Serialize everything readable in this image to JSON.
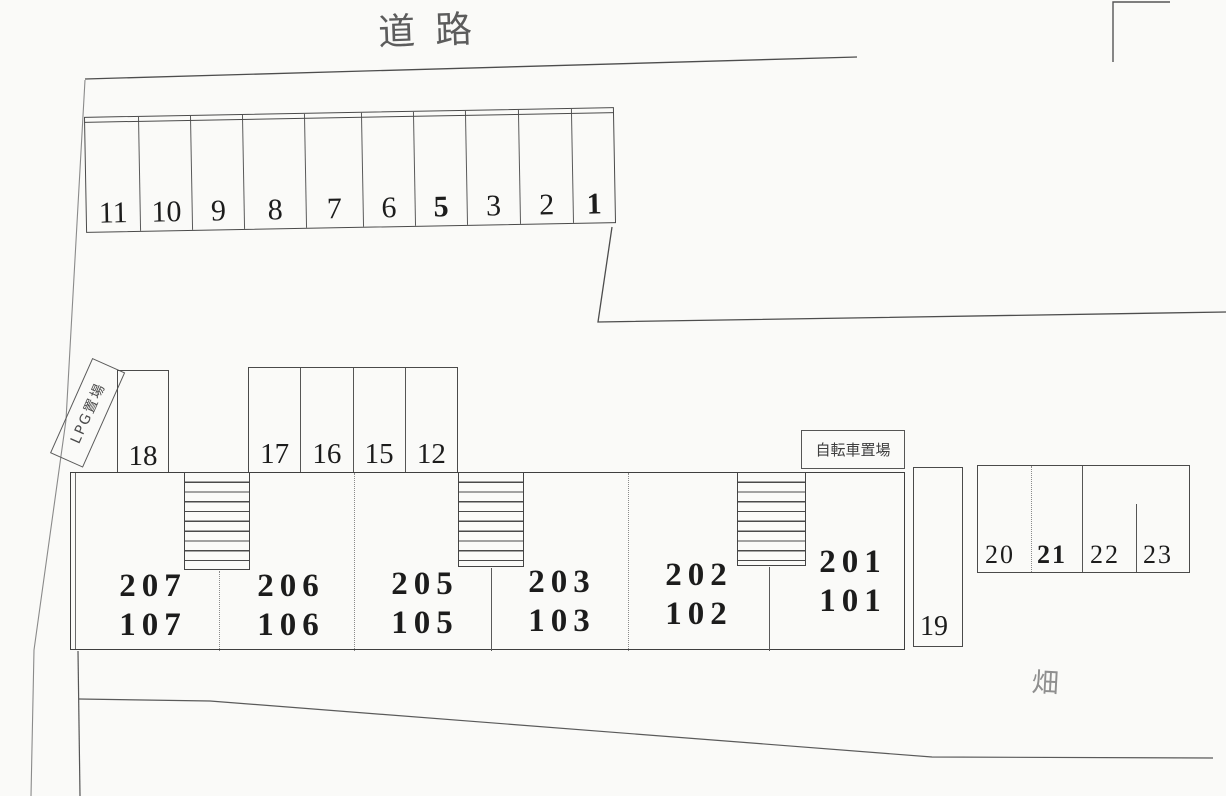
{
  "diagram": {
    "road_label": "道路",
    "field_label": "畑",
    "lpg_area_label": "LPG置場",
    "bicycle_area_label": "自転車置場",
    "top_parking_row": {
      "stalls": [
        "11",
        "10",
        "9",
        "8",
        "7",
        "6",
        "5",
        "3",
        "2",
        "1"
      ]
    },
    "middle_parking": {
      "stall_18": "18",
      "stalls": [
        "17",
        "16",
        "15",
        "12"
      ]
    },
    "building": {
      "units": [
        {
          "upper": "207",
          "lower": "107"
        },
        {
          "upper": "206",
          "lower": "106"
        },
        {
          "upper": "205",
          "lower": "105"
        },
        {
          "upper": "203",
          "lower": "103"
        },
        {
          "upper": "202",
          "lower": "102"
        },
        {
          "upper": "201",
          "lower": "101"
        }
      ]
    },
    "right_parking": {
      "stall_19": "19",
      "stalls": [
        "20",
        "21",
        "22",
        "23"
      ]
    },
    "colors": {
      "paper": "#fafaf8",
      "line": "#4a4a4a",
      "text": "#1c1c1c",
      "handwriting": "#5c5c5c"
    }
  }
}
